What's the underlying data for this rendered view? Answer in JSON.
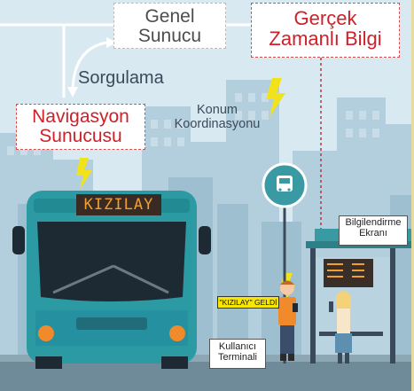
{
  "labels": {
    "general_server": [
      "Genel",
      "Sunucu"
    ],
    "realtime_info": [
      "Gerçek",
      "Zamanlı Bilgi"
    ],
    "query": "Sorgulama",
    "navigation_server": [
      "Navigasyon",
      "Sunucusu"
    ],
    "location_coordination": [
      "Konum",
      "Koordinasyonu"
    ],
    "bus_destination": "KIZILAY",
    "info_screen": [
      "Bilgilendirme",
      "Ekranı"
    ],
    "arrived_message": "\"KIZILAY\" GELDİ",
    "user_terminal": [
      "Kullanıcı",
      "Terminali"
    ]
  },
  "colors": {
    "background": "#cfe3ee",
    "buildings_light": "#a9c9d9",
    "buildings_dark": "#8fb1c4",
    "bus_body": "#2b9aa3",
    "bus_window": "#1e2a33",
    "bus_sign_text": "#f0a030",
    "stop_teal": "#3a9aa4",
    "lightning": "#f2e21a",
    "red_accent": "#d0202a",
    "message_bg": "#f6e600"
  }
}
